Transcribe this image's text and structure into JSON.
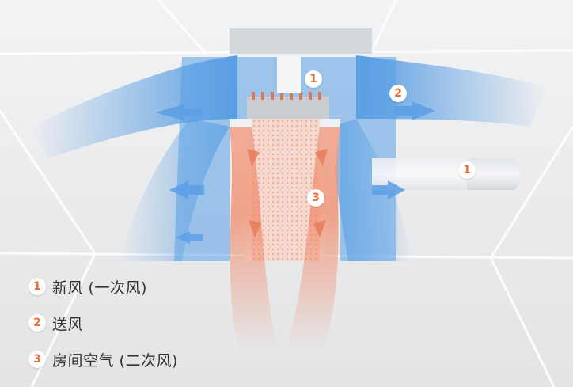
{
  "colors": {
    "accent": "#e4703c",
    "fresh_air": "#4a90d9",
    "room_air": "#f08a6a",
    "ceiling": "#e9eaeb",
    "text": "#333333"
  },
  "markers": [
    {
      "number": "1"
    },
    {
      "number": "2"
    },
    {
      "number": "3"
    },
    {
      "number": "1"
    }
  ],
  "legend": [
    {
      "number": "1",
      "label": "新风 (一次风)"
    },
    {
      "number": "2",
      "label": "送风"
    },
    {
      "number": "3",
      "label": "房间空气 (二次风)"
    }
  ]
}
